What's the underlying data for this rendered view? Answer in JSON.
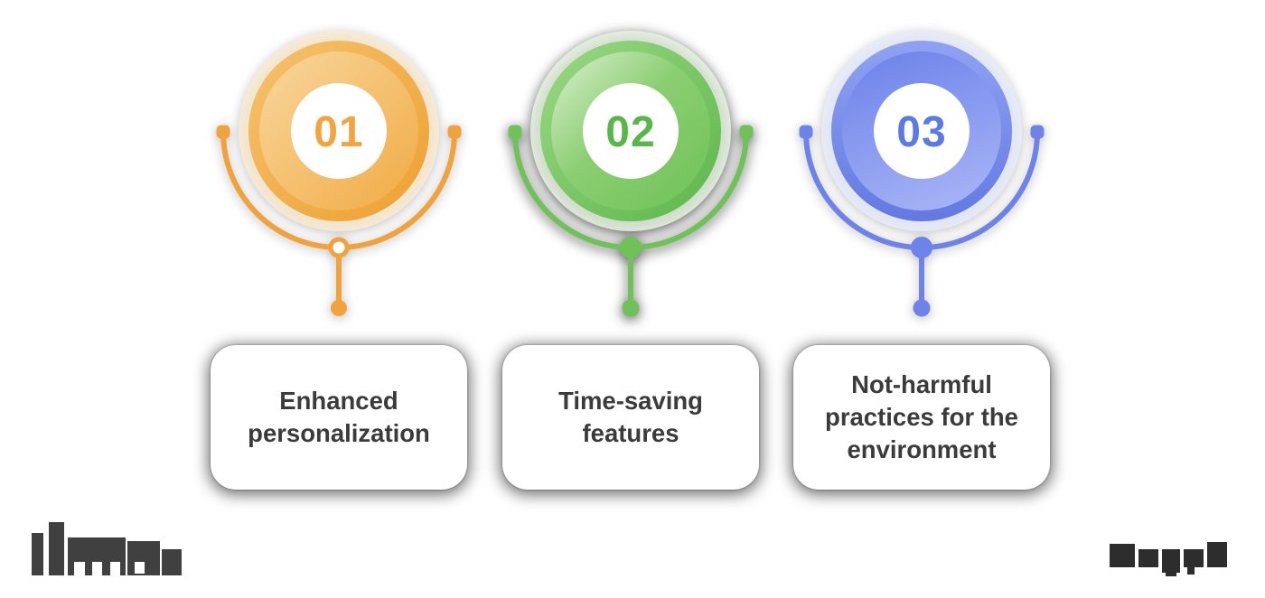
{
  "background_color": "#FFFFFF",
  "text_color": "#3B3B3B",
  "steps": [
    {
      "number": "01",
      "label": "Enhanced personalization",
      "accent": "#F0A33C",
      "number_color": "#F2A43E",
      "circle_light": "#F8D79E",
      "circle_dark": "#EDA030"
    },
    {
      "number": "02",
      "label": "Time-saving features",
      "accent": "#6EC258",
      "number_color": "#57B748",
      "circle_light": "#DCF0D2",
      "circle_dark": "#5CB64A"
    },
    {
      "number": "03",
      "label": "Not-harmful practices for the environment",
      "accent": "#6D83EA",
      "number_color": "#5B79E7",
      "circle_light": "#A3B1F5",
      "circle_dark": "#6F84EA"
    }
  ],
  "footer": {
    "left_logo_icon": "blurred-dark-wordmark-logo",
    "right_logo_icon": "blurred-dark-wordmark-logo"
  }
}
